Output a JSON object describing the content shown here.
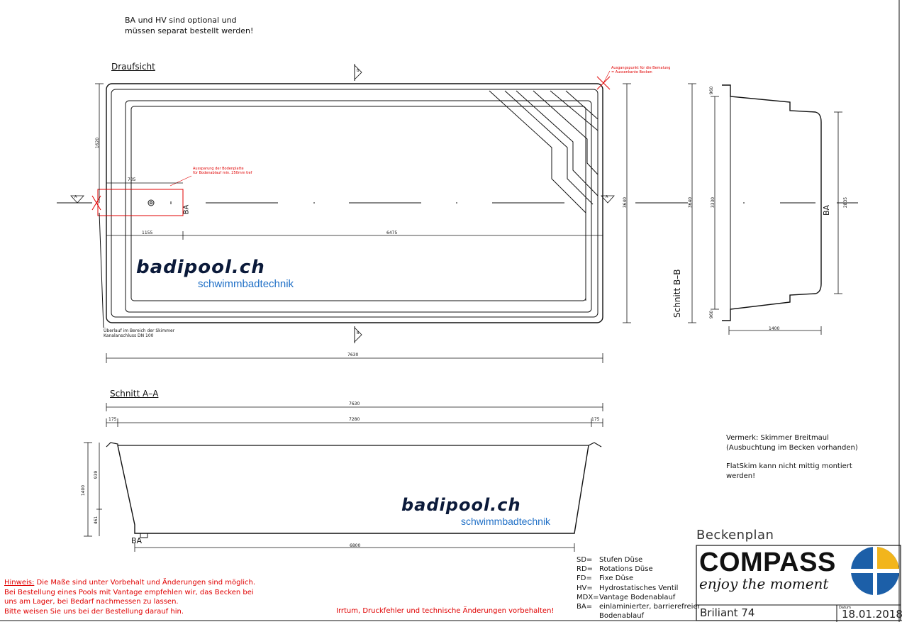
{
  "notes": {
    "optional_line1": "BA und HV sind optional und",
    "optional_line2": "müssen separat bestellt werden!"
  },
  "views": {
    "top": "Draufsicht",
    "section_aa": "Schnitt A–A",
    "section_bb": "Schnitt B–B"
  },
  "annotations": {
    "painting_start_1": "Ausgangspunkt für die Bemalung",
    "painting_start_2": "= Aussenkante Becken",
    "recess_1": "Aussparung der Bodenplatte",
    "recess_2": "für Bodenablauf min. 250mm tief",
    "overflow_1": "Überlauf im Bereich der Skimmer",
    "overflow_2": "Kanalanschluss DN 100"
  },
  "dimensions": {
    "top_width": "7630",
    "top_1620": "1620",
    "top_705": "705",
    "top_1155": "1155",
    "top_6475": "6475",
    "top_3640": "3640",
    "bb_width": "1400",
    "bb_3640": "3640",
    "bb_3330": "3330",
    "bb_2835": "2835",
    "bb_960a": "960",
    "bb_960b": "960",
    "aa_7630": "7630",
    "aa_175a": "175",
    "aa_7280": "7280",
    "aa_175b": "175",
    "aa_1400": "1400",
    "aa_939": "939",
    "aa_461": "461",
    "aa_6800": "6800"
  },
  "labels": {
    "ba_top": "BA",
    "ba_section_bb": "BA",
    "ba_section_aa": "BA",
    "marker_a": "A",
    "marker_b": "B"
  },
  "brand": {
    "name": "badipool.ch",
    "tagline": "schwimmbadtechnik"
  },
  "vermerk": {
    "line1": "Vermerk: Skimmer Breitmaul",
    "line2": "(Ausbuchtung im Becken vorhanden)",
    "line3": "FlatSkim kann nicht mittig montiert",
    "line4": "werden!"
  },
  "legend": [
    {
      "abbr": "SD=",
      "text": "Stufen Düse"
    },
    {
      "abbr": "RD=",
      "text": "Rotations Düse"
    },
    {
      "abbr": "FD=",
      "text": "Fixe Düse"
    },
    {
      "abbr": "HV=",
      "text": "Hydrostatisches Ventil"
    },
    {
      "abbr": "MDX=",
      "text": "Vantage Bodenablauf"
    },
    {
      "abbr": "BA=",
      "text": "einlaminierter, barrierefreier"
    },
    {
      "abbr": "",
      "text": "Bodenablauf"
    }
  ],
  "hinweis": {
    "label": "Hinweis:",
    "line1": " Die Maße sind unter Vorbehalt und Änderungen sind möglich.",
    "line2": "Bei Bestellung eines Pools mit Vantage empfehlen wir, das Becken bei",
    "line3": "uns am Lager, bei Bedarf nachmessen zu lassen.",
    "line4": "Bitte weisen Sie uns bei der Bestellung darauf hin."
  },
  "disclaimer": "Irrtum, Druckfehler und technische Änderungen vorbehalten!",
  "title_block": {
    "title": "Beckenplan",
    "logo": "COMPASS",
    "slogan": "enjoy the moment",
    "model": "Briliant  74",
    "datum_label": "Datum",
    "date": "18.01.2018"
  },
  "colors": {
    "annotation": "#e00000",
    "brand_dark": "#0b1a3a",
    "brand_blue": "#1f6fc6",
    "logo_blue": "#1c5fa8",
    "logo_yellow": "#f2b51c"
  }
}
